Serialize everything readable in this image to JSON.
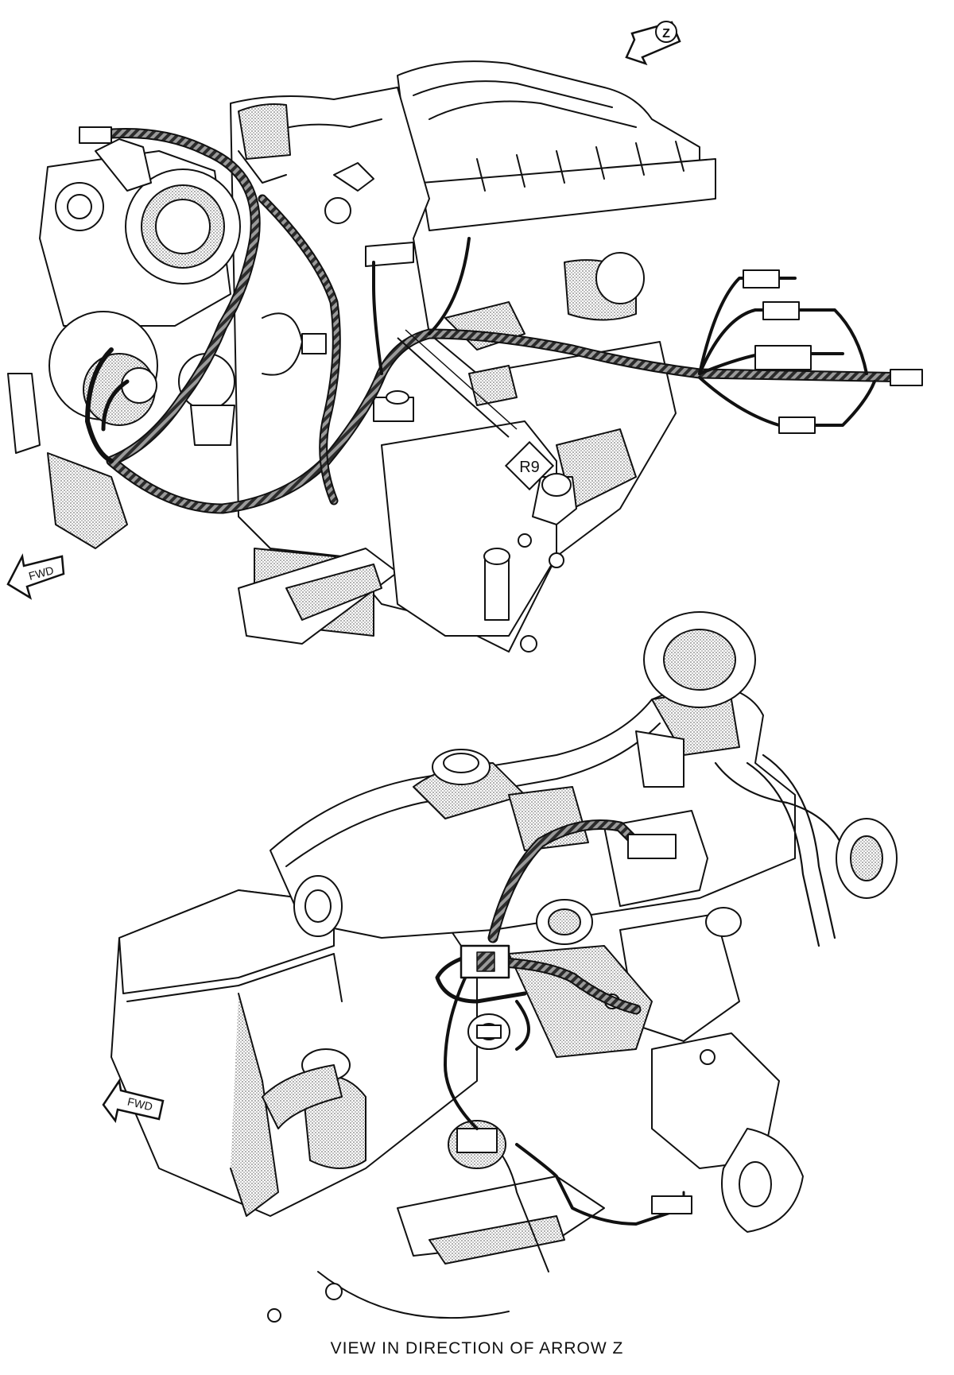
{
  "labels": {
    "arrow_z": "Z",
    "fwd_top": "FWD",
    "fwd_bottom": "FWD",
    "callout": "R9"
  },
  "caption": "VIEW IN DIRECTION OF ARROW Z",
  "colors": {
    "line": "#111111",
    "shade": "#bdbdbd",
    "harness": "#4a4a4a",
    "background": "#ffffff"
  }
}
